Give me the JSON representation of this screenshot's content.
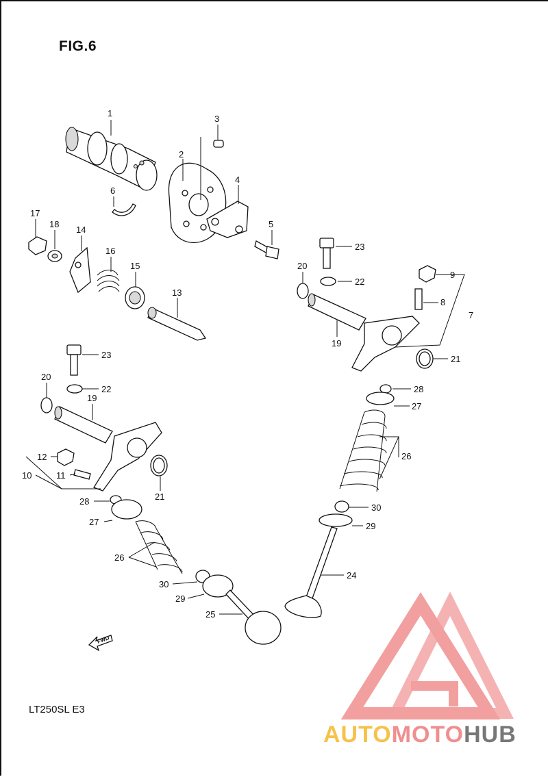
{
  "figure": {
    "title": "FIG.6",
    "model_code": "LT250SL  E3"
  },
  "fwd_arrow": {
    "label": "FWD",
    "icon": "forward-arrow-icon"
  },
  "callouts": [
    {
      "id": "c1",
      "label": "1"
    },
    {
      "id": "c2",
      "label": "2"
    },
    {
      "id": "c3",
      "label": "3"
    },
    {
      "id": "c4",
      "label": "4"
    },
    {
      "id": "c5",
      "label": "5"
    },
    {
      "id": "c6",
      "label": "6"
    },
    {
      "id": "c7",
      "label": "7"
    },
    {
      "id": "c8",
      "label": "8"
    },
    {
      "id": "c9",
      "label": "9"
    },
    {
      "id": "c10",
      "label": "10"
    },
    {
      "id": "c11",
      "label": "11"
    },
    {
      "id": "c12",
      "label": "12"
    },
    {
      "id": "c13",
      "label": "13"
    },
    {
      "id": "c14",
      "label": "14"
    },
    {
      "id": "c15",
      "label": "15"
    },
    {
      "id": "c16",
      "label": "16"
    },
    {
      "id": "c17",
      "label": "17"
    },
    {
      "id": "c18",
      "label": "18"
    },
    {
      "id": "c19a",
      "label": "19"
    },
    {
      "id": "c19b",
      "label": "19"
    },
    {
      "id": "c20a",
      "label": "20"
    },
    {
      "id": "c20b",
      "label": "20"
    },
    {
      "id": "c21a",
      "label": "21"
    },
    {
      "id": "c21b",
      "label": "21"
    },
    {
      "id": "c22a",
      "label": "22"
    },
    {
      "id": "c22b",
      "label": "22"
    },
    {
      "id": "c23a",
      "label": "23"
    },
    {
      "id": "c23b",
      "label": "23"
    },
    {
      "id": "c24",
      "label": "24"
    },
    {
      "id": "c25",
      "label": "25"
    },
    {
      "id": "c26a",
      "label": "26"
    },
    {
      "id": "c26b",
      "label": "26"
    },
    {
      "id": "c27a",
      "label": "27"
    },
    {
      "id": "c27b",
      "label": "27"
    },
    {
      "id": "c28a",
      "label": "28"
    },
    {
      "id": "c28b",
      "label": "28"
    },
    {
      "id": "c29a",
      "label": "29"
    },
    {
      "id": "c29b",
      "label": "29"
    },
    {
      "id": "c30a",
      "label": "30"
    },
    {
      "id": "c30b",
      "label": "30"
    }
  ],
  "watermark": {
    "text_parts": [
      "AUTO",
      "MOTO",
      "HUB"
    ],
    "colors": {
      "auto": "#f6c24a",
      "moto": "#f08f8f",
      "hub": "#777777",
      "triangle": "#f08f8f"
    }
  }
}
